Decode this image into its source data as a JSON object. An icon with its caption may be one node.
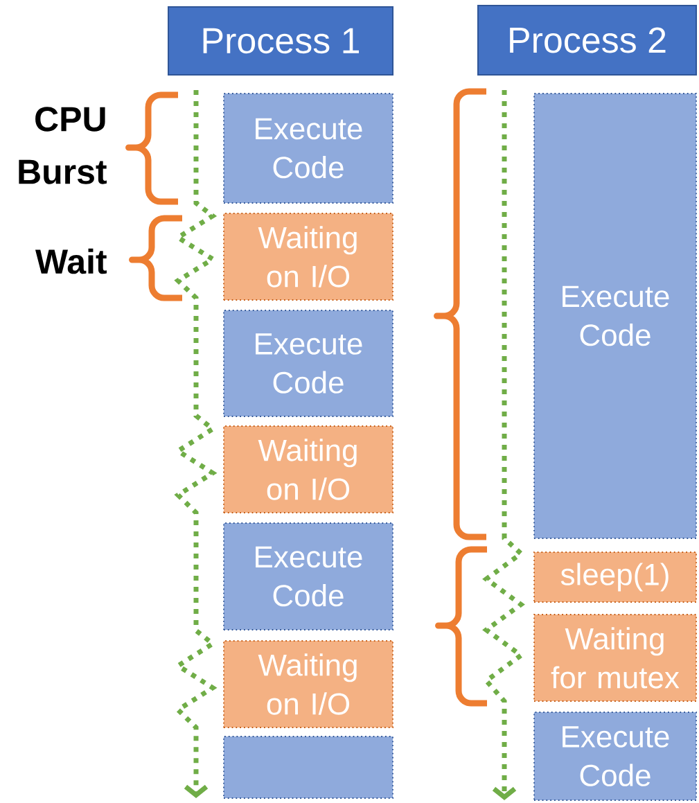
{
  "diagram": {
    "nodes": [
      {
        "text": [
          "Process 1"
        ]
      },
      {
        "text": [
          "Process 2"
        ]
      },
      {
        "text": [
          "Execute Code"
        ]
      },
      {
        "text": [
          "Waiting on I/O"
        ]
      },
      {
        "text": [
          "Execute Code"
        ]
      },
      {
        "text": [
          "Waiting on I/O"
        ]
      },
      {
        "text": [
          "Execute Code"
        ]
      },
      {
        "text": [
          "Waiting on I/O"
        ]
      },
      {
        "text": [],
        "shape": "box"
      },
      {
        "text": [
          "Execute Code"
        ]
      },
      {
        "text": [
          "sleep(1)"
        ]
      },
      {
        "text": [
          "Waiting for mutex"
        ]
      },
      {
        "text": [
          "Execute Code"
        ]
      }
    ],
    "labels": [
      "CPU Burst",
      "Wait"
    ]
  }
}
